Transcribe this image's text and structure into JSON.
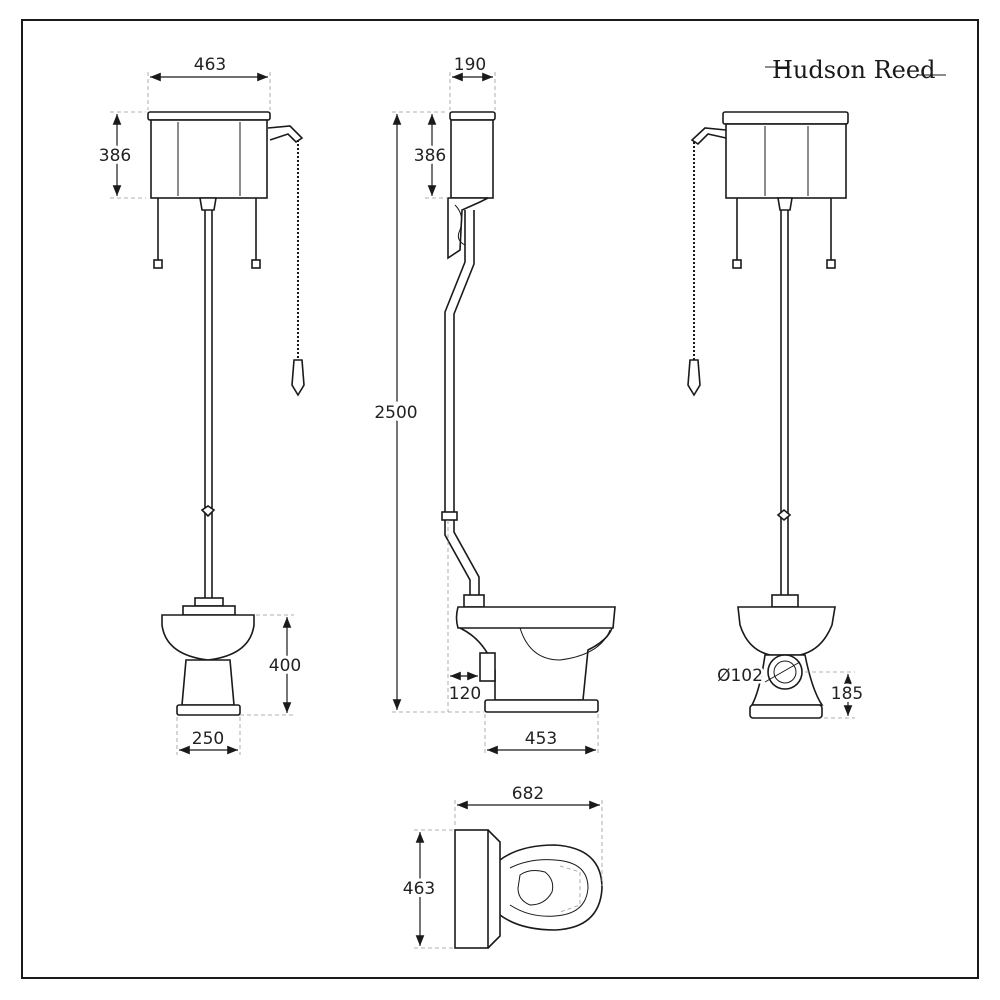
{
  "brand": {
    "logo_text": "Hudson Reed"
  },
  "front_view": {
    "width": "463",
    "cistern_height": "386",
    "pan_height": "400",
    "pan_width": "250"
  },
  "side_view": {
    "cistern_depth": "190",
    "cistern_height": "386",
    "overall_height": "2500",
    "waste_offset": "120",
    "pan_depth": "453"
  },
  "rear_view": {
    "outlet_diameter": "Ø102",
    "outlet_height": "185"
  },
  "plan_view": {
    "length": "682",
    "width": "463"
  }
}
